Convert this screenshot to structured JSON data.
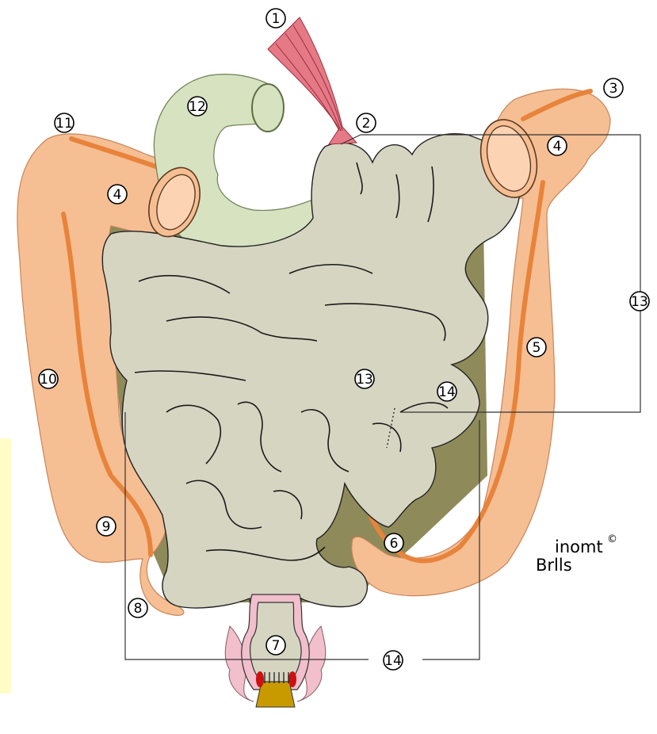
{
  "diagram": {
    "colors": {
      "colon": "#f6be93",
      "colon_stripe": "#e8833b",
      "colon_edge": "#c9855a",
      "small_intestine": "#d6d5c2",
      "gaps": "#8f8a5a",
      "duodenum": "#d6e2c0",
      "muscle": "#e57a86",
      "lumen": "#fcd4b4",
      "anal_sphincter": "#c89a00",
      "anus_red": "#cc1111",
      "anus_skin": "#f2bfcc"
    },
    "callouts": [
      {
        "id": "c1",
        "label": "1"
      },
      {
        "id": "c2",
        "label": "2"
      },
      {
        "id": "c3",
        "label": "3"
      },
      {
        "id": "c4a",
        "label": "4"
      },
      {
        "id": "c4b",
        "label": "4"
      },
      {
        "id": "c5",
        "label": "5"
      },
      {
        "id": "c6",
        "label": "6"
      },
      {
        "id": "c7",
        "label": "7"
      },
      {
        "id": "c8",
        "label": "8"
      },
      {
        "id": "c9",
        "label": "9"
      },
      {
        "id": "c10",
        "label": "10"
      },
      {
        "id": "c11",
        "label": "11"
      },
      {
        "id": "c12",
        "label": "12"
      },
      {
        "id": "c13a",
        "label": "13"
      },
      {
        "id": "c13b",
        "label": "13"
      },
      {
        "id": "c14a",
        "label": "14"
      },
      {
        "id": "c14b",
        "label": "14"
      }
    ],
    "logo": {
      "line1": "inomt",
      "line2": "Brlls",
      "mark": "©"
    }
  }
}
